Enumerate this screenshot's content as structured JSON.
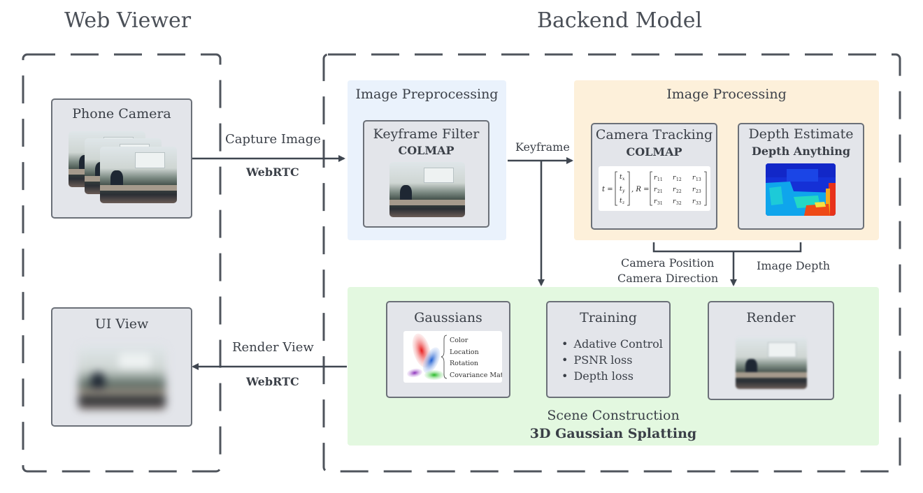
{
  "sections": {
    "web_viewer": "Web Viewer",
    "backend_model": "Backend Model"
  },
  "phone_camera": {
    "title": "Phone Camera"
  },
  "ui_view": {
    "title": "UI View"
  },
  "capture": {
    "label": "Capture Image",
    "protocol": "WebRTC"
  },
  "render_view": {
    "label": "Render View",
    "protocol": "WebRTC"
  },
  "image_preprocessing": {
    "title": "Image Preprocessing",
    "keyframe_filter": {
      "title": "Keyframe Filter",
      "method": "COLMAP"
    }
  },
  "keyframe": {
    "label": "Keyframe"
  },
  "image_processing": {
    "title": "Image Processing",
    "camera_tracking": {
      "title": "Camera Tracking",
      "method": "COLMAP"
    },
    "depth_estimate": {
      "title": "Depth Estimate",
      "method": "Depth Anything"
    }
  },
  "outputs": {
    "camera_position": "Camera Position",
    "camera_direction": "Camera Direction",
    "image_depth": "Image Depth"
  },
  "scene_construction": {
    "title": "Scene Construction",
    "method": "3D Gaussian Splatting",
    "gaussians": {
      "title": "Gaussians",
      "attributes": [
        "Color",
        "Location",
        "Rotation",
        "Covariance Matrix"
      ]
    },
    "training": {
      "title": "Training",
      "items": [
        "Adative Control",
        "PSNR loss",
        "Depth loss"
      ]
    },
    "render": {
      "title": "Render"
    }
  },
  "colors": {
    "preprocessing_bg": "#eaf2fc",
    "processing_bg": "#fdf0da",
    "scene_bg": "#e3f8e0",
    "panel_bg": "#e3e5ea",
    "border": "#6b7078",
    "arrow": "#3f4650"
  }
}
